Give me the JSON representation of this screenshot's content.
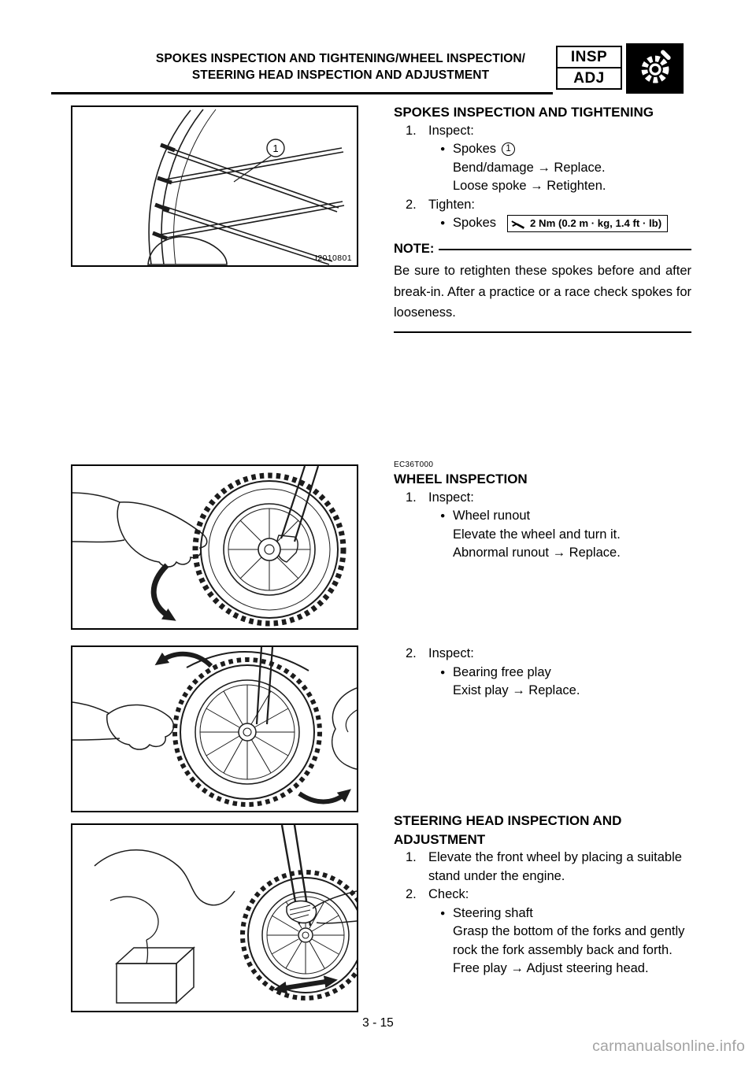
{
  "glyphs": {
    "bullet": "●"
  },
  "header": {
    "title_line1": "SPOKES INSPECTION AND TIGHTENING/WHEEL INSPECTION/",
    "title_line2": "STEERING HEAD INSPECTION AND ADJUSTMENT",
    "badge_top": "INSP",
    "badge_bottom": "ADJ"
  },
  "icons": {
    "header_tool": "gear-icon",
    "torque_tool": "wrench-icon"
  },
  "figures": {
    "spokes": {
      "code": "I2010801",
      "callout": "1"
    }
  },
  "spokes_section": {
    "heading": "SPOKES INSPECTION AND TIGHTENING",
    "step1": {
      "num": "1.",
      "title": "Inspect:"
    },
    "bullet1": {
      "label": "Spokes",
      "callout": "1"
    },
    "bullet1_lines": [
      "Bend/damage → Replace.",
      "Loose spoke → Retighten."
    ],
    "step2": {
      "num": "2.",
      "title": "Tighten:"
    },
    "bullet2": {
      "label": "Spokes"
    },
    "torque": "2 Nm (0.2 m · kg, 1.4 ft · lb)",
    "note_label": "NOTE:",
    "note_text": "Be sure to retighten these spokes before and after break-in. After a practice or a race check spokes for looseness."
  },
  "wheel_section": {
    "code": "EC36T000",
    "heading": "WHEEL INSPECTION",
    "step1": {
      "num": "1.",
      "title": "Inspect:"
    },
    "bullet1": {
      "label": "Wheel runout"
    },
    "bullet1_lines": [
      "Elevate the wheel and turn it.",
      "Abnormal runout → Replace."
    ],
    "step2": {
      "num": "2.",
      "title": "Inspect:"
    },
    "bullet2": {
      "label": "Bearing free play"
    },
    "bullet2_lines": [
      "Exist play → Replace."
    ]
  },
  "steering_section": {
    "heading": "STEERING HEAD INSPECTION AND ADJUSTMENT",
    "step1": {
      "num": "1.",
      "text": "Elevate the front wheel by placing a suitable stand under the engine."
    },
    "step2": {
      "num": "2.",
      "title": "Check:"
    },
    "bullet1": {
      "label": "Steering shaft"
    },
    "bullet1_lines": [
      "Grasp the bottom of the forks and gently rock the fork assembly back and forth.",
      "Free play → Adjust steering head."
    ]
  },
  "footer": {
    "page_number": "3 - 15",
    "watermark": "carmanualsonline.info"
  }
}
